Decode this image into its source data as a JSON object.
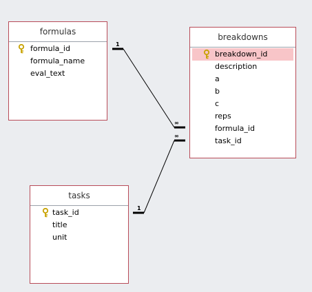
{
  "diagram": {
    "tables": {
      "formulas": {
        "title": "formulas",
        "fields": [
          "formula_id",
          "formula_name",
          "eval_text"
        ],
        "primary_key": "formula_id"
      },
      "breakdowns": {
        "title": "breakdowns",
        "fields": [
          "breakdown_id",
          "description",
          "a",
          "b",
          "c",
          "reps",
          "formula_id",
          "task_id"
        ],
        "primary_key": "breakdown_id",
        "selected_field": "breakdown_id"
      },
      "tasks": {
        "title": "tasks",
        "fields": [
          "task_id",
          "title",
          "unit"
        ],
        "primary_key": "task_id"
      }
    },
    "relationships": [
      {
        "from": "formulas.formula_id",
        "to": "breakdowns.formula_id",
        "one_label": "1",
        "many_label": "∞"
      },
      {
        "from": "tasks.task_id",
        "to": "breakdowns.task_id",
        "one_label": "1",
        "many_label": "∞"
      }
    ]
  },
  "colors": {
    "canvas": "#ebedf0",
    "table_border": "#b84a57",
    "selected_row": "#f8c5c8",
    "key_icon": "#c8a200"
  }
}
